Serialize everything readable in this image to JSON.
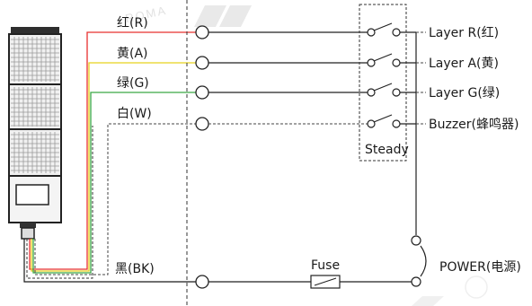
{
  "wires": [
    {
      "label": "红(R)",
      "color": "#e8302f"
    },
    {
      "label": "黄(A)",
      "color": "#e8d21f"
    },
    {
      "label": "绿(G)",
      "color": "#3aa844"
    },
    {
      "label": "白(W)",
      "color": "#444444"
    },
    {
      "label": "黑(BK)",
      "color": "#1a1a1a"
    }
  ],
  "outputs": [
    "Layer R(红)",
    "Layer A(黄)",
    "Layer G(绿)",
    "Buzzer(蜂鸣器)"
  ],
  "switch_group_label": "Steady",
  "fuse_label": "Fuse",
  "power_label": "POWER(电源)",
  "watermark_text": "ROMA"
}
